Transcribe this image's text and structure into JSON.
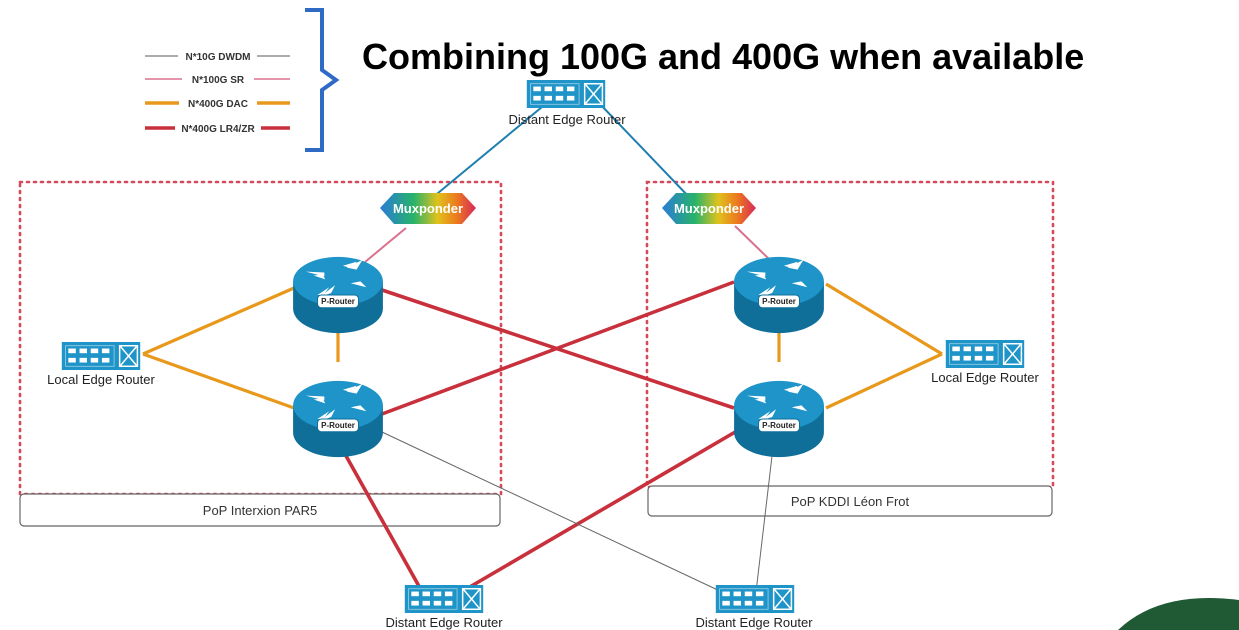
{
  "title": "Combining 100G and 400G when available",
  "legend": [
    {
      "label": "N*10G DWDM",
      "color": "#7a7a7a",
      "kind": "dwdm"
    },
    {
      "label": "N*100G SR",
      "color": "#d9728f",
      "kind": "sr"
    },
    {
      "label": "N*400G DAC",
      "color": "#e8981a",
      "kind": "dac"
    },
    {
      "label": "N*400G LR4/ZR",
      "color": "#c8303c",
      "kind": "lr4"
    }
  ],
  "colors": {
    "bracket": "#2f6bc4",
    "router_top": "#1e94c8",
    "router_side": "#0f6f99",
    "switch": "#1e94c8",
    "pop_border": "#d34a5a",
    "fiber_link": "#1f7fb0"
  },
  "nodes": {
    "distant_edge_top": "Distant Edge Router",
    "distant_edge_bottom_left": "Distant Edge Router",
    "distant_edge_bottom_right": "Distant Edge Router",
    "local_edge_left": "Local Edge Router",
    "local_edge_right": "Local Edge Router",
    "mux_left": "Muxponder",
    "mux_right": "Muxponder",
    "p_router_tag": "P-Router"
  },
  "pops": {
    "left": "PoP Interxion PAR5",
    "right": "PoP KDDI Léon Frot"
  }
}
